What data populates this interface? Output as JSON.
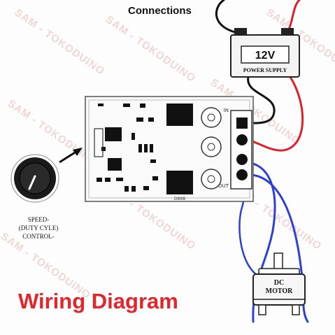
{
  "header": {
    "partial_title": "Connections"
  },
  "battery": {
    "voltage": "12V",
    "label": "POWER SUPPLY"
  },
  "knob": {
    "line1": "SPEED-",
    "line2": "(DUTY CYLE)",
    "line3": "CONTROL-"
  },
  "board": {
    "pin_in": "IN",
    "pin_out": "OUT",
    "chip_code": "D898"
  },
  "motor": {
    "line1": "DC",
    "line2": "MOTOR"
  },
  "footer": {
    "title": "Wiring Diagram"
  },
  "watermark": {
    "text": "SAM - TOKODUINO"
  },
  "colors": {
    "positive_wire": "#e0202a",
    "negative_wire": "#111111",
    "motor_wire": "#2c3fd6",
    "title": "#e3262b",
    "watermark": "#e8b8b8"
  }
}
